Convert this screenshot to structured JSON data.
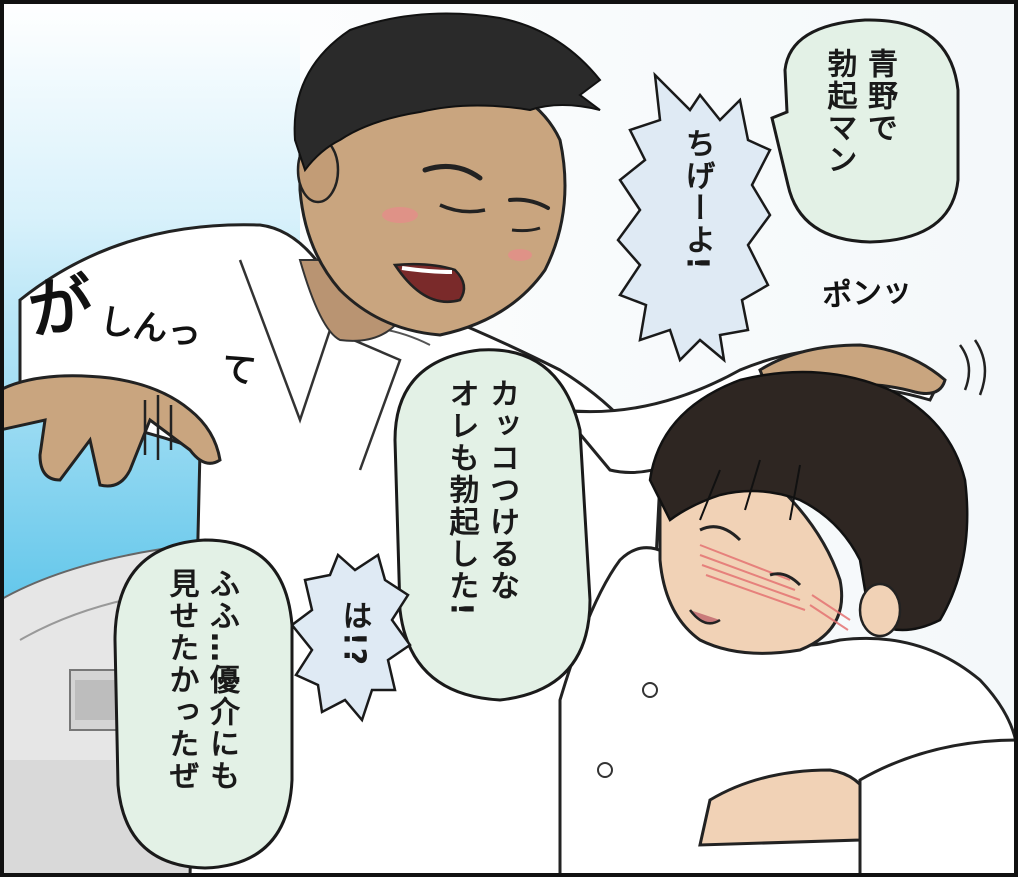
{
  "bubbles": {
    "aono": "青野で\n勃起マン",
    "chige": "ちげーよ!",
    "kakko": "カッコつけるな\nオレも勃起した!",
    "ha": "は!?",
    "fufu": "ふふ…優介にも\n見せたかったぜ"
  },
  "sfx": {
    "gashin_big": "が",
    "gashin_small": "しんっ",
    "gashin_end": "て",
    "pon": "ポンッ"
  },
  "colors": {
    "sky": "#7fd0ee",
    "shirt": "#ffffff",
    "skin_dark": "#c9a57f",
    "skin_light": "#f1d2b6",
    "hair": "#2a2a2a",
    "bubble_green": "#e3f1e6",
    "bubble_blue": "#dfeaf4",
    "outline": "#111111"
  }
}
